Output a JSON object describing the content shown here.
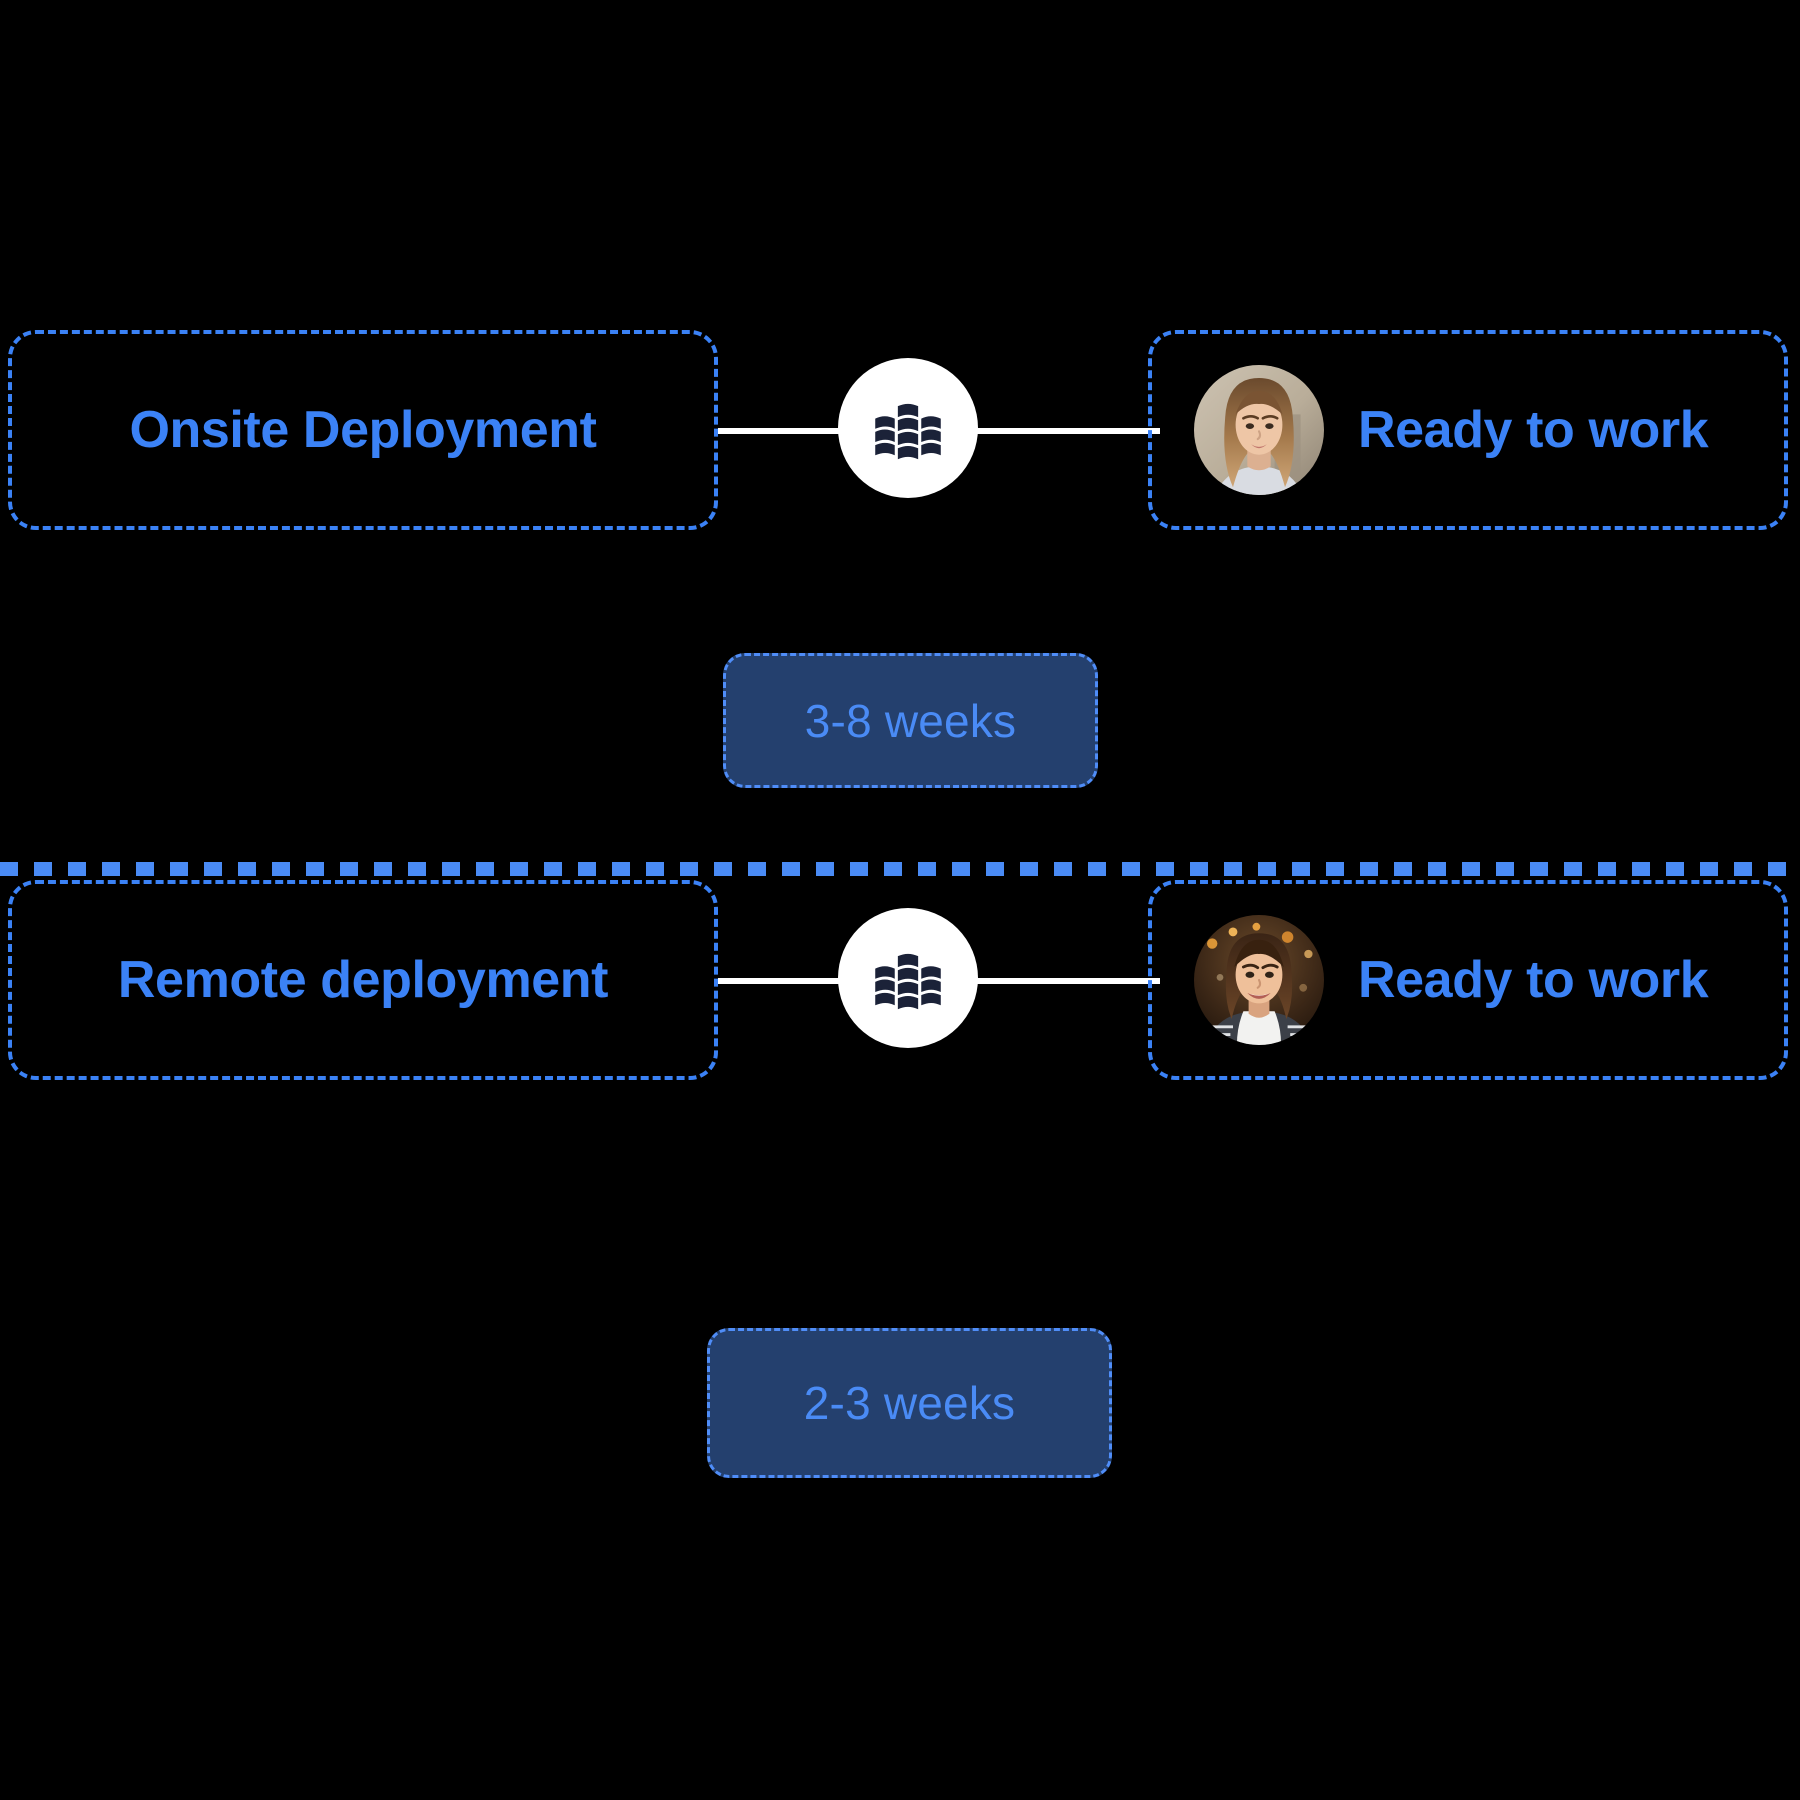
{
  "theme": {
    "background": "#000000",
    "accent_blue": "#3b82f6",
    "badge_fill": "#24406e",
    "badge_text": "#4a8bf5",
    "node_circle": "#ffffff",
    "node_icon": "#1b2238",
    "connector": "#ffffff"
  },
  "divider": {
    "icon": "dashed-divider",
    "color": "#4a8bf5"
  },
  "rows": [
    {
      "id": "onsite",
      "left_label": "Onsite Deployment",
      "node_icon": "office-building-icon",
      "avatar_name": "candidate-avatar-1",
      "right_label": "Ready to work",
      "badge": "3-8 weeks"
    },
    {
      "id": "remote",
      "left_label": "Remote deployment",
      "node_icon": "office-building-icon",
      "avatar_name": "candidate-avatar-2",
      "right_label": "Ready to work",
      "badge": "2-3 weeks"
    }
  ]
}
